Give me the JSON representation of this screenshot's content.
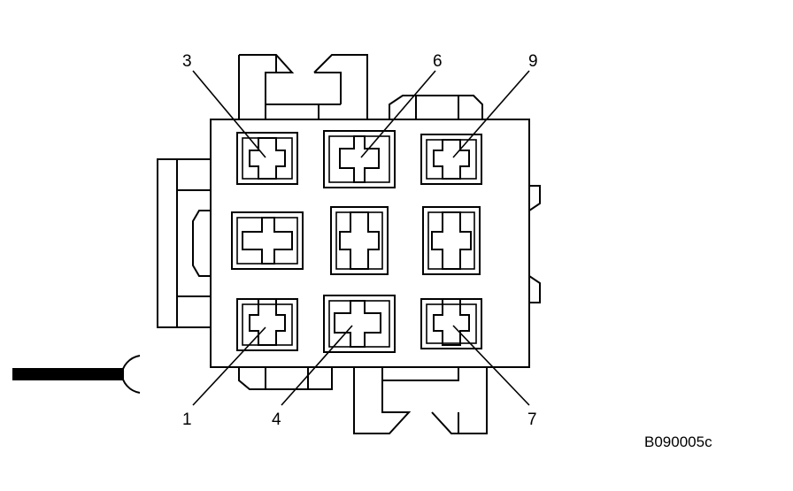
{
  "pin_labels": {
    "pin_1": "1",
    "pin_3": "3",
    "pin_4": "4",
    "pin_6": "6",
    "pin_7": "7",
    "pin_9": "9"
  },
  "figure_id": "B090005c"
}
